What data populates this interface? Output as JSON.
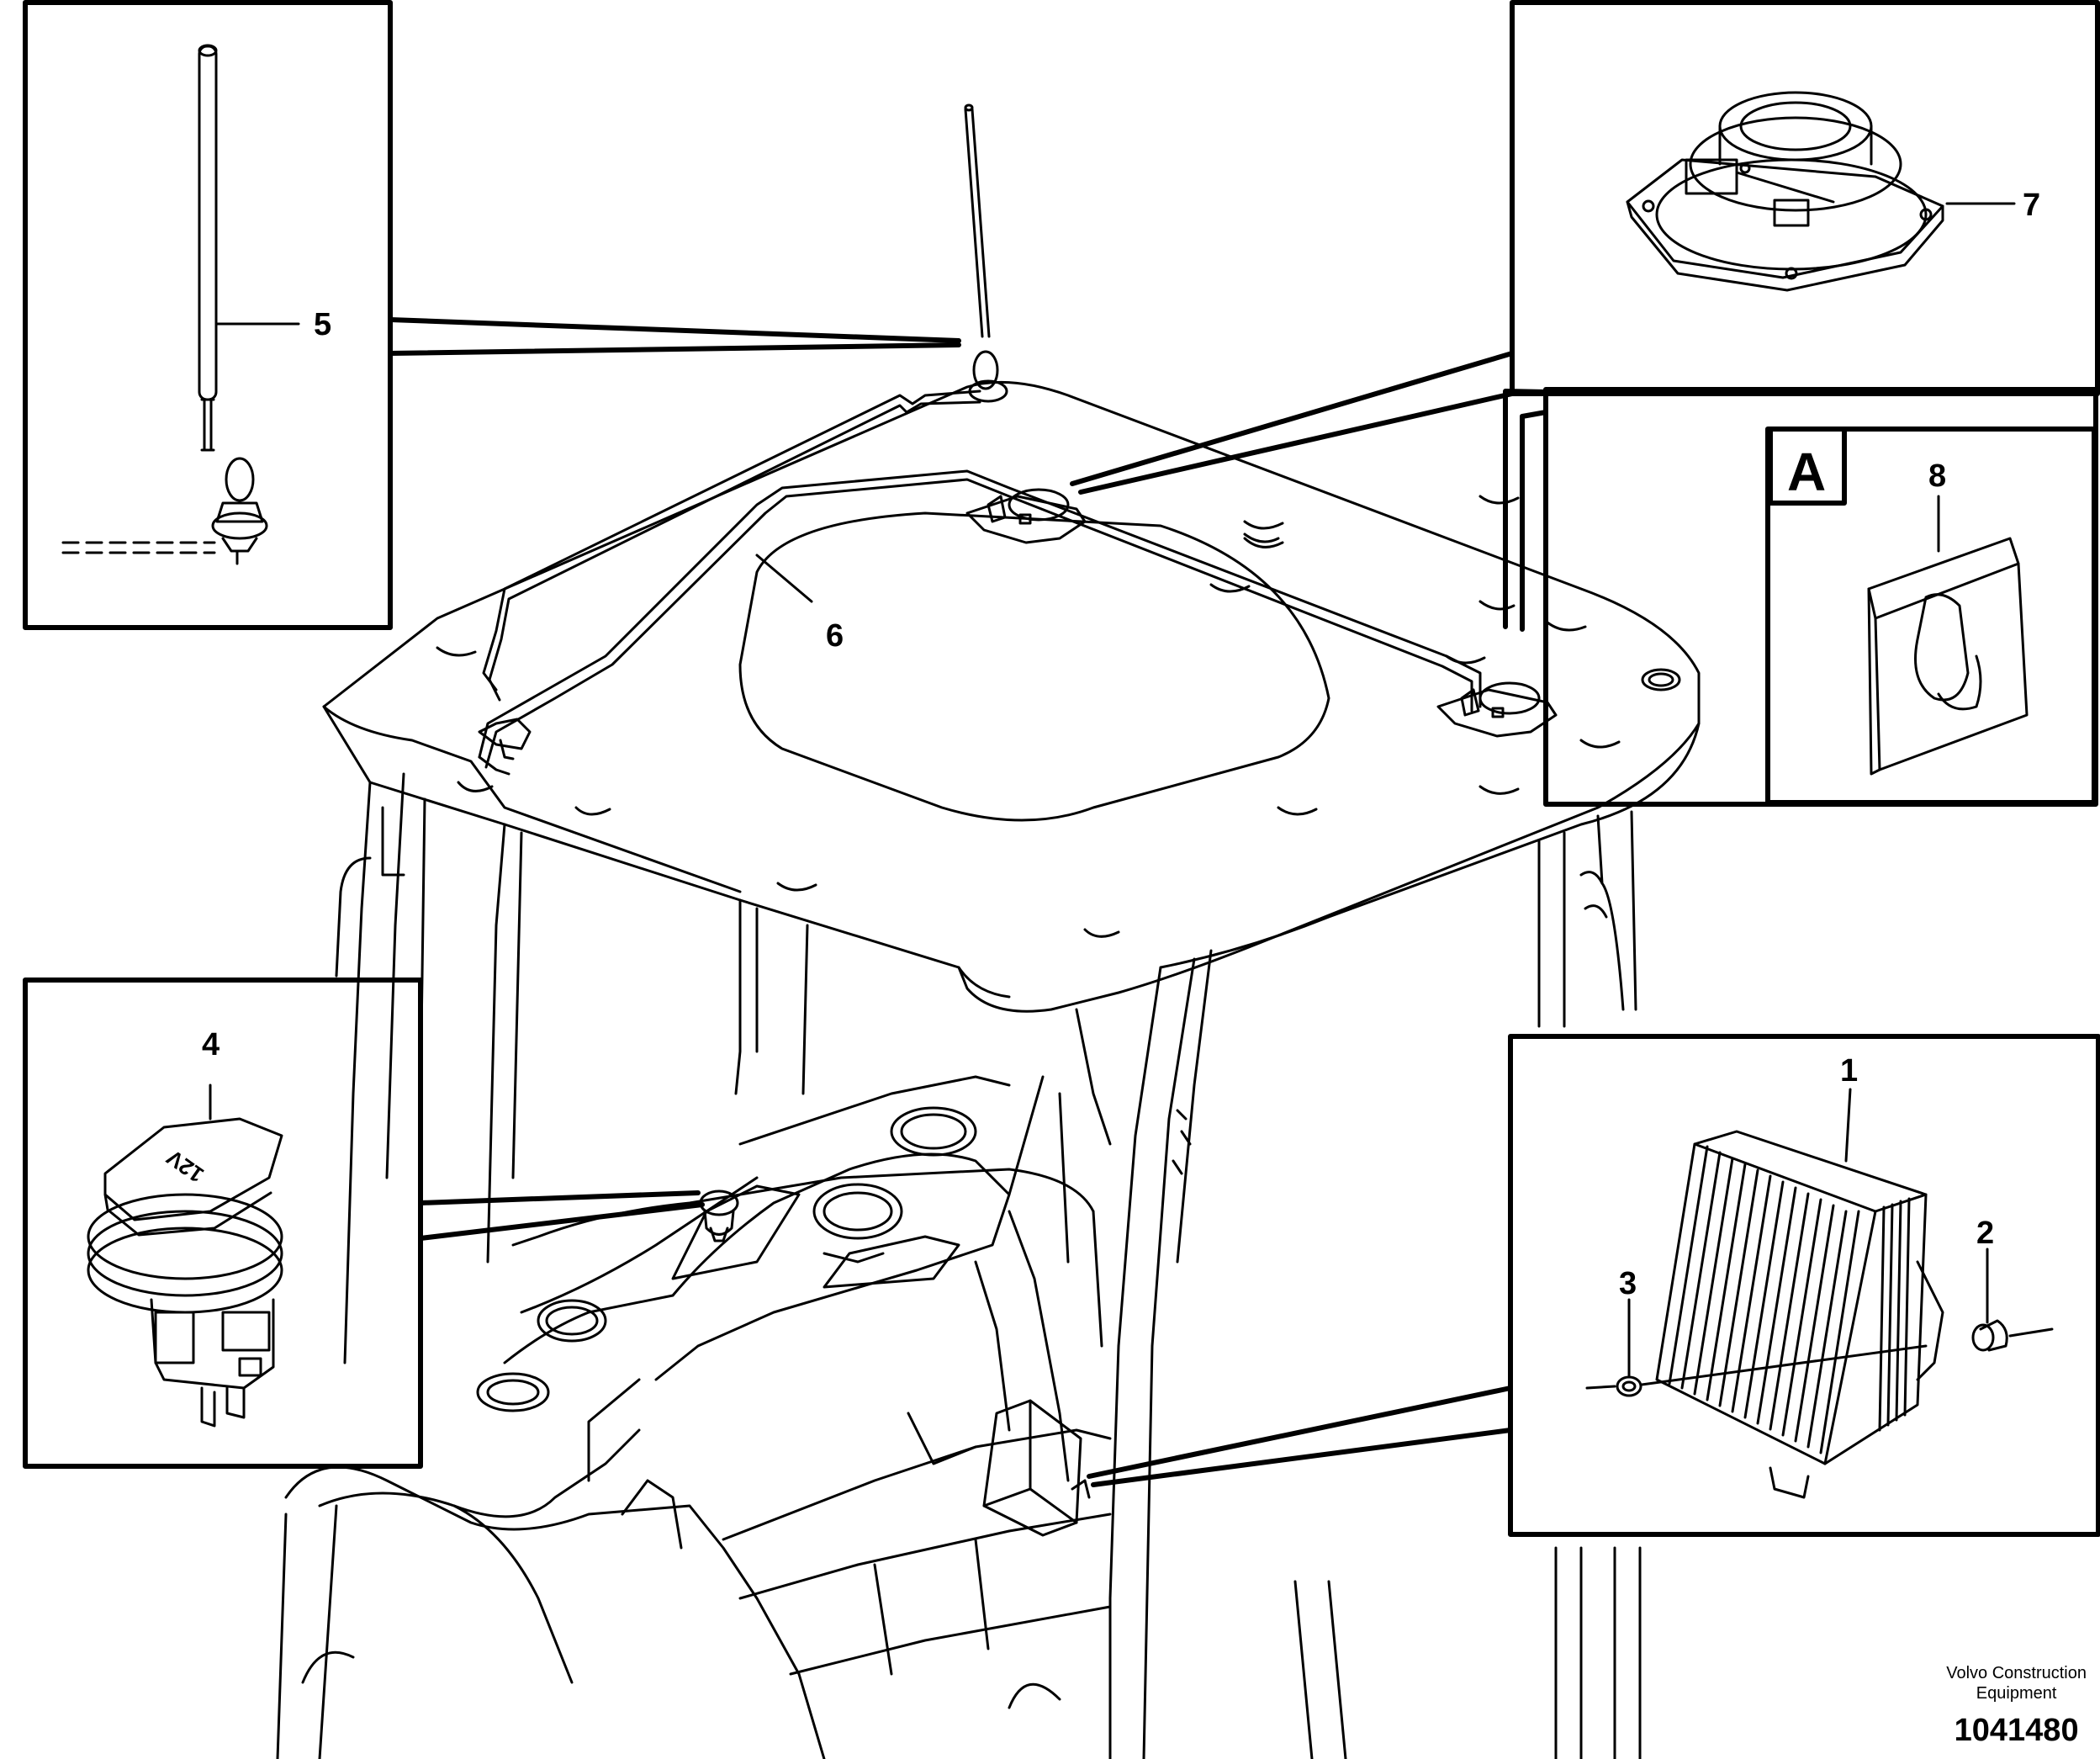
{
  "callouts": {
    "item_1": "1",
    "item_2": "2",
    "item_3": "3",
    "item_4": "4",
    "item_5": "5",
    "item_6": "6",
    "item_7": "7",
    "item_8": "8",
    "detail_a": "A"
  },
  "socket_marking": "12V",
  "footer": {
    "brand_line1": "Volvo Construction",
    "brand_line2": "Equipment",
    "drawing_number": "1041480"
  }
}
